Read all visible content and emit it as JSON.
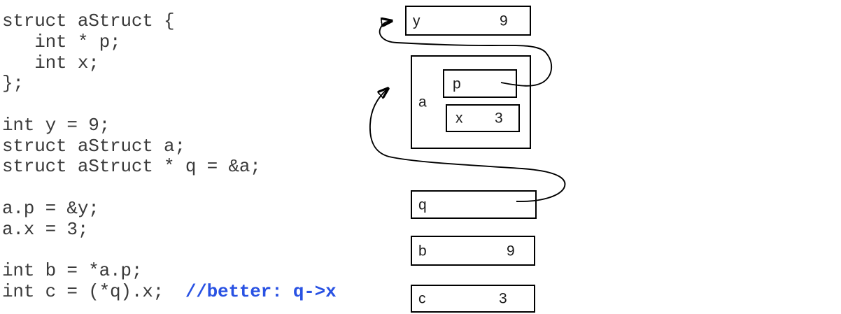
{
  "page": {
    "background": "#ffffff"
  },
  "code": {
    "text_color": "#3a3a3a",
    "comment_color": "#2952e3",
    "lines": [
      "struct aStruct {",
      "   int * p;",
      "   int x;",
      "};",
      "",
      "int y = 9;",
      "struct aStruct a;",
      "struct aStruct * q = &a;",
      "",
      "a.p = &y;",
      "a.x = 3;",
      "",
      "int b = *a.p;",
      "int c = (*q).x;  "
    ],
    "comment": "//better: q->x"
  },
  "diagram": {
    "line_color": "#000000",
    "boxes": {
      "y": {
        "label": "y",
        "value": "9"
      },
      "a": {
        "label": "a"
      },
      "p": {
        "label": "p"
      },
      "x": {
        "label": "x",
        "value": "3"
      },
      "q": {
        "label": "q"
      },
      "b": {
        "label": "b",
        "value": "9"
      },
      "c": {
        "label": "c",
        "value": "3"
      }
    },
    "arrows": [
      {
        "name": "p-to-y",
        "from": "a.p",
        "to": "y"
      },
      {
        "name": "q-to-a",
        "from": "q",
        "to": "a"
      }
    ]
  }
}
